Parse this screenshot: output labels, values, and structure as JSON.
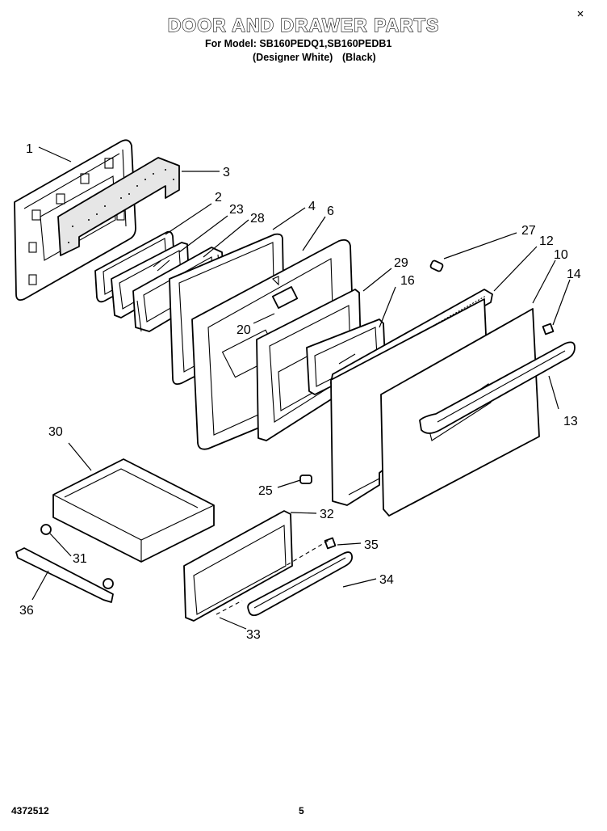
{
  "header": {
    "title": "DOOR AND DRAWER PARTS",
    "model_line": "For Model: SB160PEDQ1,SB160PEDB1",
    "color_q": "(Designer White)",
    "color_b": "(Black)"
  },
  "callouts": {
    "c1": "1",
    "c2": "2",
    "c3": "3",
    "c4": "4",
    "c6": "6",
    "c10": "10",
    "c12": "12",
    "c13": "13",
    "c14": "14",
    "c16": "16",
    "c20": "20",
    "c23": "23",
    "c25": "25",
    "c27": "27",
    "c28": "28",
    "c29": "29",
    "c30": "30",
    "c31": "31",
    "c32": "32",
    "c33": "33",
    "c34": "34",
    "c35": "35",
    "c36": "36"
  },
  "footer": {
    "doc_number": "4372512",
    "page_number": "5"
  }
}
